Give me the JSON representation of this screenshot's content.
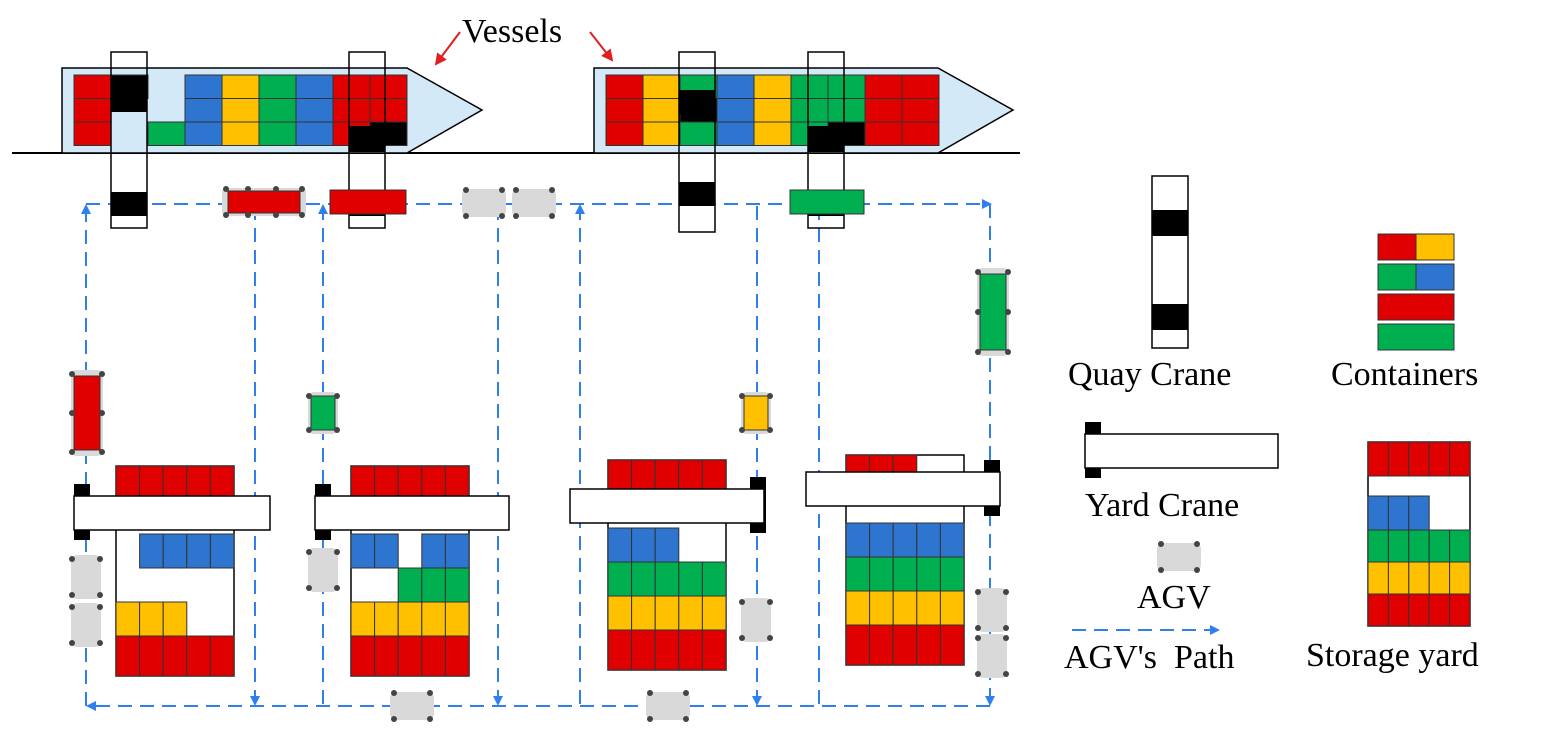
{
  "labels": {
    "vessels": "Vessels",
    "quay_crane": "Quay Crane",
    "containers": "Containers",
    "yard_crane": "Yard Crane",
    "agv": "AGV",
    "agv_path": "AGV's  Path",
    "storage_yard": "Storage yard"
  },
  "colors": {
    "red": "#e00000",
    "yellow": "#ffc000",
    "green": "#00b050",
    "blue": "#2e75d0",
    "black": "#000000",
    "hull_fill": "#d4e9f7",
    "agv_gray": "#d9d9d9",
    "path_blue": "#2f80ed",
    "arrow_red": "#e02020"
  },
  "vessels": [
    {
      "name": "vessel-left",
      "stacks": [
        [
          "red",
          "red",
          "red"
        ],
        [
          "black",
          "",
          ""
        ],
        [
          "",
          "",
          "green"
        ],
        [
          "blue",
          "blue",
          "blue"
        ],
        [
          "yellow",
          "yellow",
          "yellow"
        ],
        [
          "green",
          "green",
          "green"
        ],
        [
          "blue",
          "blue",
          "blue"
        ],
        [
          "red",
          "red",
          "red"
        ],
        [
          "red",
          "red",
          "black"
        ]
      ]
    },
    {
      "name": "vessel-right",
      "stacks": [
        [
          "red",
          "red",
          "red"
        ],
        [
          "yellow",
          "yellow",
          "yellow"
        ],
        [
          "green",
          "black",
          "green"
        ],
        [
          "blue",
          "blue",
          "blue"
        ],
        [
          "yellow",
          "yellow",
          "yellow"
        ],
        [
          "green",
          "green",
          "green"
        ],
        [
          "green",
          "green",
          "black"
        ],
        [
          "red",
          "red",
          "red"
        ],
        [
          "red",
          "red",
          "red"
        ]
      ]
    }
  ],
  "yard_blocks": [
    {
      "name": "yard-block-1",
      "rows": [
        [
          "red",
          "red",
          "red",
          "red",
          "red"
        ],
        [
          "",
          "",
          "",
          "",
          ""
        ],
        [
          "",
          "blue",
          "blue",
          "blue",
          "blue"
        ],
        [
          "",
          "",
          "",
          "",
          ""
        ],
        [
          "yellow",
          "yellow",
          "yellow",
          "",
          ""
        ],
        [
          "red",
          "red",
          "red",
          "red",
          "red"
        ]
      ]
    },
    {
      "name": "yard-block-2",
      "rows": [
        [
          "red",
          "red",
          "red",
          "red",
          "red"
        ],
        [
          "",
          "",
          "",
          "",
          ""
        ],
        [
          "blue",
          "blue",
          "",
          "blue",
          "blue"
        ],
        [
          "",
          "",
          "green",
          "green",
          "green"
        ],
        [
          "yellow",
          "yellow",
          "yellow",
          "yellow",
          "yellow"
        ],
        [
          "red",
          "red",
          "red",
          "red",
          "red"
        ]
      ]
    },
    {
      "name": "yard-block-3",
      "rows": [
        [
          "red",
          "red",
          "red",
          "red",
          "red"
        ],
        [
          "",
          "",
          "",
          "",
          ""
        ],
        [
          "blue",
          "blue",
          "blue",
          "",
          ""
        ],
        [
          "green",
          "green",
          "green",
          "green",
          "green"
        ],
        [
          "yellow",
          "yellow",
          "yellow",
          "yellow",
          "yellow"
        ],
        [
          "red",
          "red",
          "red",
          "red",
          "red"
        ]
      ]
    },
    {
      "name": "yard-block-4",
      "rows": [
        [
          "red",
          "red",
          "red",
          "",
          ""
        ],
        [
          "",
          "",
          "",
          "",
          ""
        ],
        [
          "blue",
          "blue",
          "blue",
          "blue",
          "blue"
        ],
        [
          "green",
          "green",
          "green",
          "green",
          "green"
        ],
        [
          "yellow",
          "yellow",
          "yellow",
          "yellow",
          "yellow"
        ],
        [
          "red",
          "red",
          "red",
          "red",
          "red"
        ]
      ]
    }
  ],
  "legend_storage_yard": {
    "rows": [
      [
        "red",
        "red",
        "red",
        "red",
        "red"
      ],
      [
        "",
        "",
        "",
        "",
        ""
      ],
      [
        "blue",
        "blue",
        "blue",
        "",
        ""
      ],
      [
        "green",
        "green",
        "green",
        "green",
        "green"
      ],
      [
        "yellow",
        "yellow",
        "yellow",
        "yellow",
        "yellow"
      ],
      [
        "red",
        "red",
        "red",
        "red",
        "red"
      ]
    ]
  },
  "legend_containers": [
    [
      "red",
      "yellow"
    ],
    [
      "green",
      "blue"
    ],
    [
      "red"
    ],
    [
      "green"
    ]
  ]
}
